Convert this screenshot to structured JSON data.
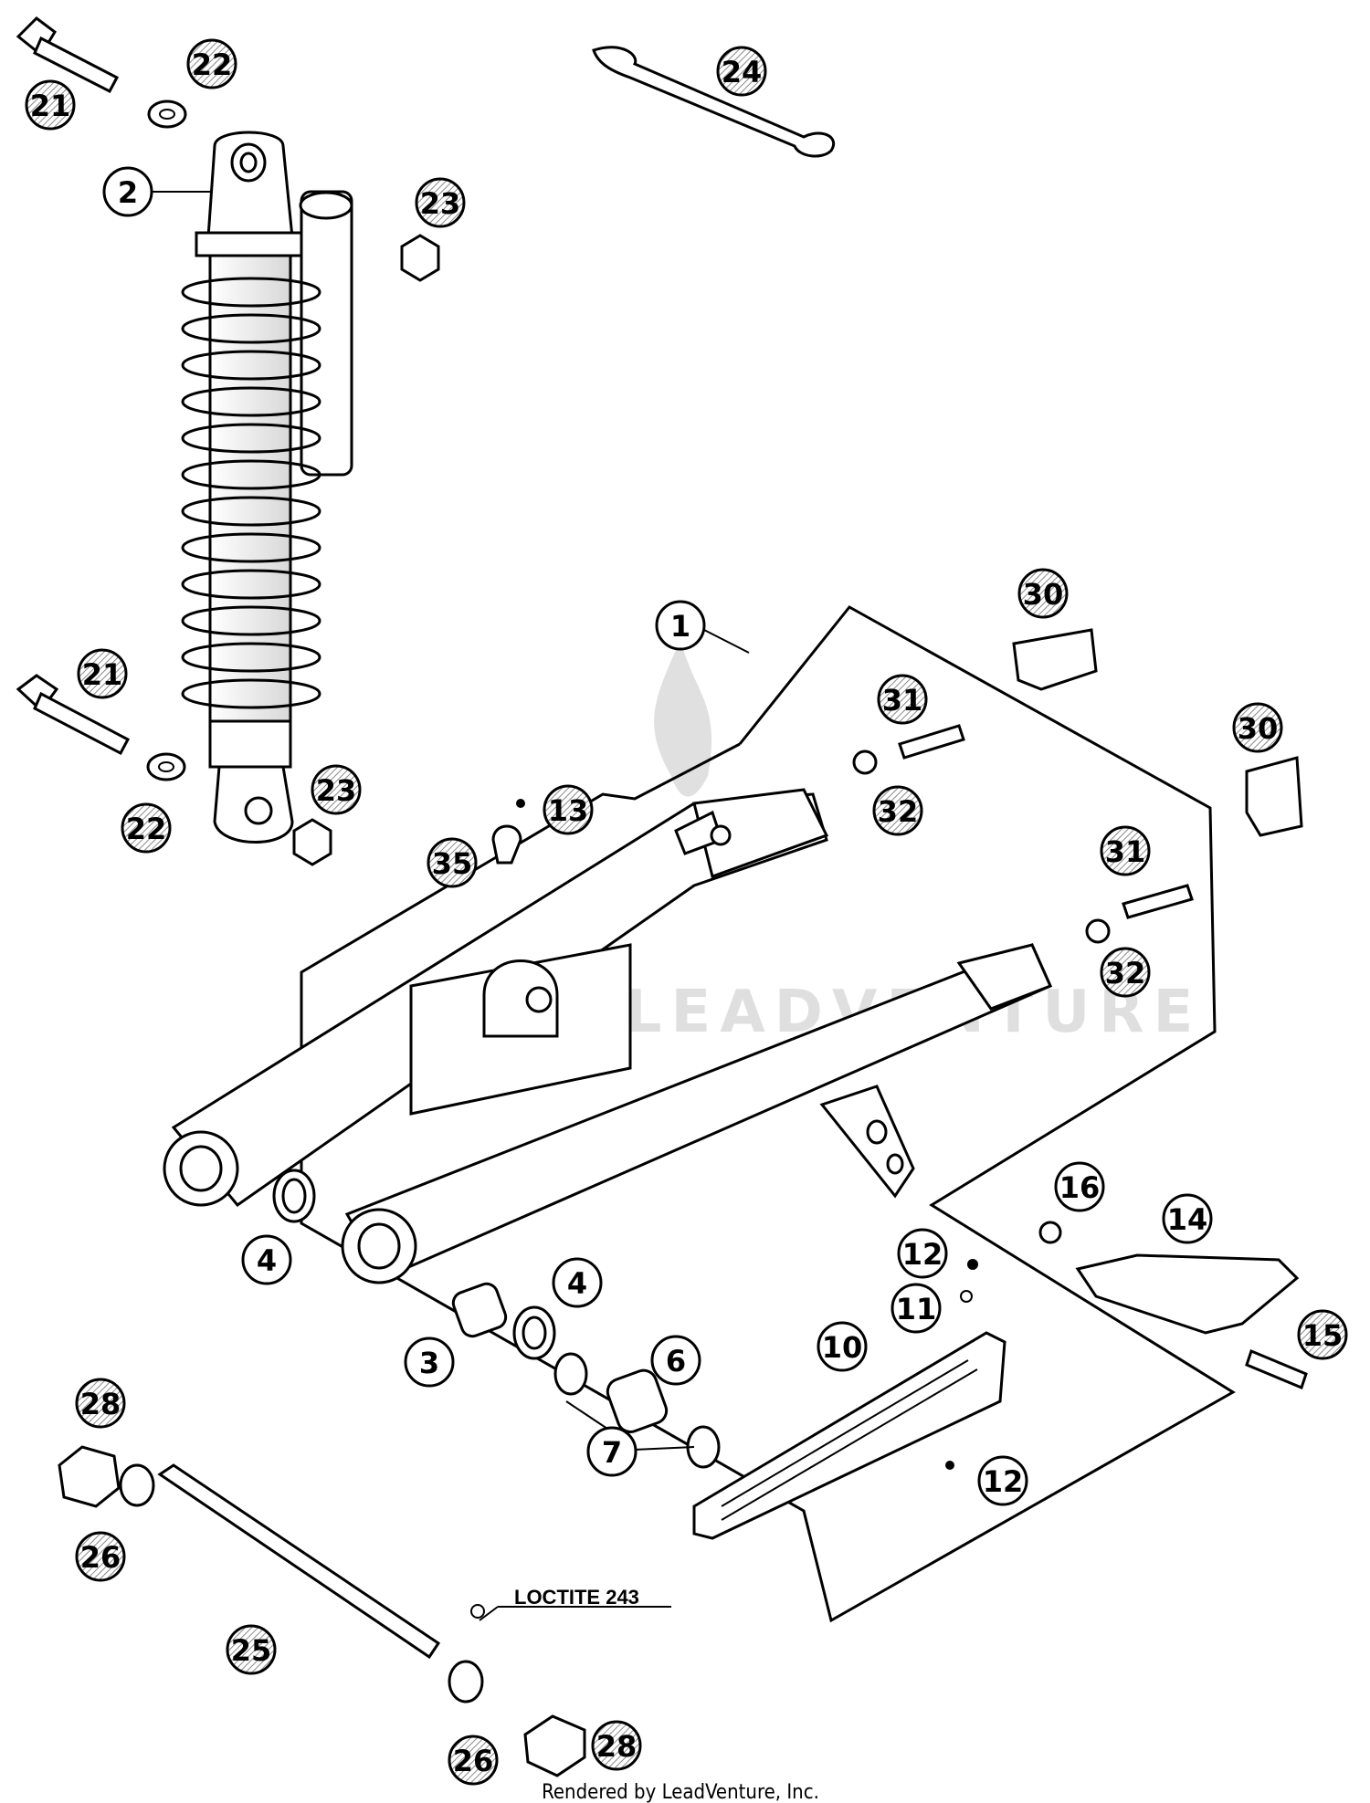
{
  "diagram": {
    "callouts": [
      {
        "id": "c1",
        "label": "1",
        "hatched": false
      },
      {
        "id": "c2",
        "label": "2",
        "hatched": false
      },
      {
        "id": "c3",
        "label": "3",
        "hatched": false
      },
      {
        "id": "c4a",
        "label": "4",
        "hatched": false
      },
      {
        "id": "c4b",
        "label": "4",
        "hatched": false
      },
      {
        "id": "c6",
        "label": "6",
        "hatched": false
      },
      {
        "id": "c7",
        "label": "7",
        "hatched": false
      },
      {
        "id": "c10",
        "label": "10",
        "hatched": false
      },
      {
        "id": "c11",
        "label": "11",
        "hatched": false
      },
      {
        "id": "c12a",
        "label": "12",
        "hatched": false
      },
      {
        "id": "c12b",
        "label": "12",
        "hatched": false
      },
      {
        "id": "c13",
        "label": "13",
        "hatched": true
      },
      {
        "id": "c14",
        "label": "14",
        "hatched": false
      },
      {
        "id": "c15",
        "label": "15",
        "hatched": true
      },
      {
        "id": "c16",
        "label": "16",
        "hatched": false
      },
      {
        "id": "c21a",
        "label": "21",
        "hatched": true
      },
      {
        "id": "c21b",
        "label": "21",
        "hatched": true
      },
      {
        "id": "c22a",
        "label": "22",
        "hatched": true
      },
      {
        "id": "c22b",
        "label": "22",
        "hatched": true
      },
      {
        "id": "c23a",
        "label": "23",
        "hatched": true
      },
      {
        "id": "c23b",
        "label": "23",
        "hatched": true
      },
      {
        "id": "c24",
        "label": "24",
        "hatched": true
      },
      {
        "id": "c25",
        "label": "25",
        "hatched": true
      },
      {
        "id": "c26a",
        "label": "26",
        "hatched": true
      },
      {
        "id": "c26b",
        "label": "26",
        "hatched": true
      },
      {
        "id": "c28a",
        "label": "28",
        "hatched": true
      },
      {
        "id": "c28b",
        "label": "28",
        "hatched": true
      },
      {
        "id": "c30a",
        "label": "30",
        "hatched": true
      },
      {
        "id": "c30b",
        "label": "30",
        "hatched": true
      },
      {
        "id": "c31a",
        "label": "31",
        "hatched": true
      },
      {
        "id": "c31b",
        "label": "31",
        "hatched": true
      },
      {
        "id": "c32a",
        "label": "32",
        "hatched": true
      },
      {
        "id": "c32b",
        "label": "32",
        "hatched": true
      },
      {
        "id": "c35",
        "label": "35",
        "hatched": true
      }
    ],
    "note": "LOCTITE 243",
    "watermark": "LEADVENTURE",
    "footer": "Rendered by LeadVenture, Inc."
  }
}
